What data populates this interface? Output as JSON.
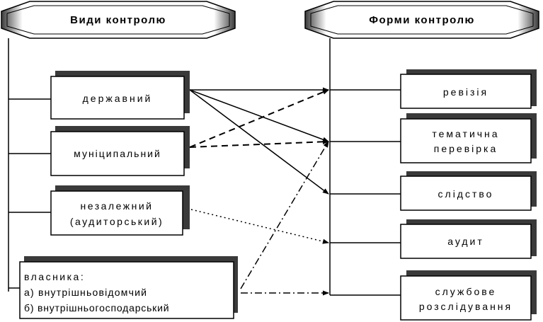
{
  "headers": {
    "kinds": "Види контролю",
    "forms": "Форми контролю"
  },
  "kinds": [
    {
      "id": "state",
      "lines": [
        "державний"
      ]
    },
    {
      "id": "municipal",
      "lines": [
        "муніципальний"
      ]
    },
    {
      "id": "audit_ind",
      "lines": [
        "незалежний",
        "(аудиторський)"
      ]
    },
    {
      "id": "owner",
      "lines": [
        "власника:",
        "а) внутрішньовідомчий",
        "б) внутрішньогосподарський"
      ]
    }
  ],
  "forms": [
    {
      "id": "revision",
      "lines": [
        "ревізія"
      ]
    },
    {
      "id": "thematic",
      "lines": [
        "тематична",
        "перевірка"
      ]
    },
    {
      "id": "investigation",
      "lines": [
        "слідство"
      ]
    },
    {
      "id": "audit",
      "lines": [
        "аудит"
      ]
    },
    {
      "id": "official",
      "lines": [
        "службове",
        "розслідування"
      ]
    }
  ],
  "links": [
    {
      "from": "state",
      "to": "revision",
      "style": "solid"
    },
    {
      "from": "state",
      "to": "thematic",
      "style": "solid"
    },
    {
      "from": "state",
      "to": "investigation",
      "style": "solid"
    },
    {
      "from": "municipal",
      "to": "revision",
      "style": "dashed"
    },
    {
      "from": "municipal",
      "to": "thematic",
      "style": "dashed"
    },
    {
      "from": "audit_ind",
      "to": "audit",
      "style": "dotted"
    },
    {
      "from": "owner",
      "to": "thematic",
      "style": "dash-dot"
    },
    {
      "from": "owner",
      "to": "official",
      "style": "dash-dot"
    }
  ]
}
